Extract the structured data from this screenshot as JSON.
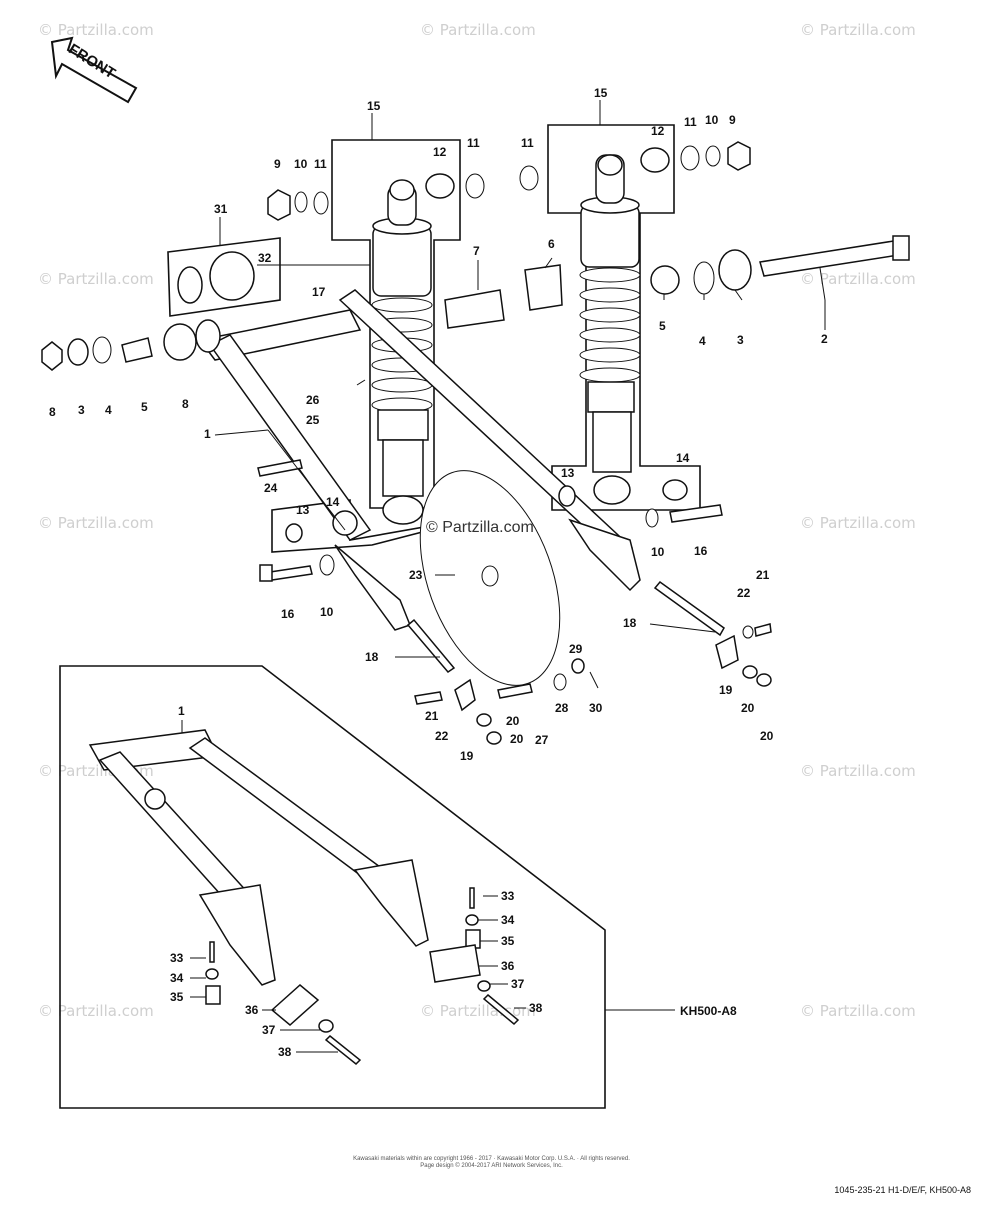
{
  "header": {
    "front_label": "FRONT"
  },
  "watermark": {
    "text": "© Partzilla.com"
  },
  "callouts": {
    "c1": "1",
    "c2": "2",
    "c3": "3",
    "c3b": "3",
    "c4": "4",
    "c4b": "4",
    "c5": "5",
    "c5b": "5",
    "c6": "6",
    "c7": "7",
    "c8": "8",
    "c8b": "8",
    "c9": "9",
    "c9b": "9",
    "c10": "10",
    "c10b": "10",
    "c10c": "10",
    "c10d": "10",
    "c11": "11",
    "c11b": "11",
    "c11c": "11",
    "c11d": "11",
    "c12": "12",
    "c12b": "12",
    "c13": "13",
    "c13b": "13",
    "c14": "14",
    "c14b": "14",
    "c15": "15",
    "c15b": "15",
    "c16": "16",
    "c16b": "16",
    "c17": "17",
    "c18": "18",
    "c18b": "18",
    "c19": "19",
    "c19b": "19",
    "c20": "20",
    "c20b": "20",
    "c20c": "20",
    "c20d": "20",
    "c21": "21",
    "c21b": "21",
    "c22": "22",
    "c22b": "22",
    "c23": "23",
    "c24": "24",
    "c25": "25",
    "c26": "26",
    "c27": "27",
    "c28": "28",
    "c29": "29",
    "c30": "30",
    "c31": "31",
    "c32": "32",
    "c33": "33",
    "c33b": "33",
    "c34": "34",
    "c34b": "34",
    "c35": "35",
    "c35b": "35",
    "c36": "36",
    "c36b": "36",
    "c37": "37",
    "c37b": "37",
    "c38": "38",
    "c38b": "38",
    "c1b": "1"
  },
  "inset": {
    "label": "KH500-A8"
  },
  "footer": {
    "copyright_line1": "Kawasaki materials within are copyright 1966 - 2017 · Kawasaki Motor Corp. U.S.A. · All rights reserved.",
    "copyright_line2": "Page design © 2004-2017 ARI Network Services, Inc.",
    "code": "1045-235-21   H1-D/E/F, KH500-A8"
  }
}
